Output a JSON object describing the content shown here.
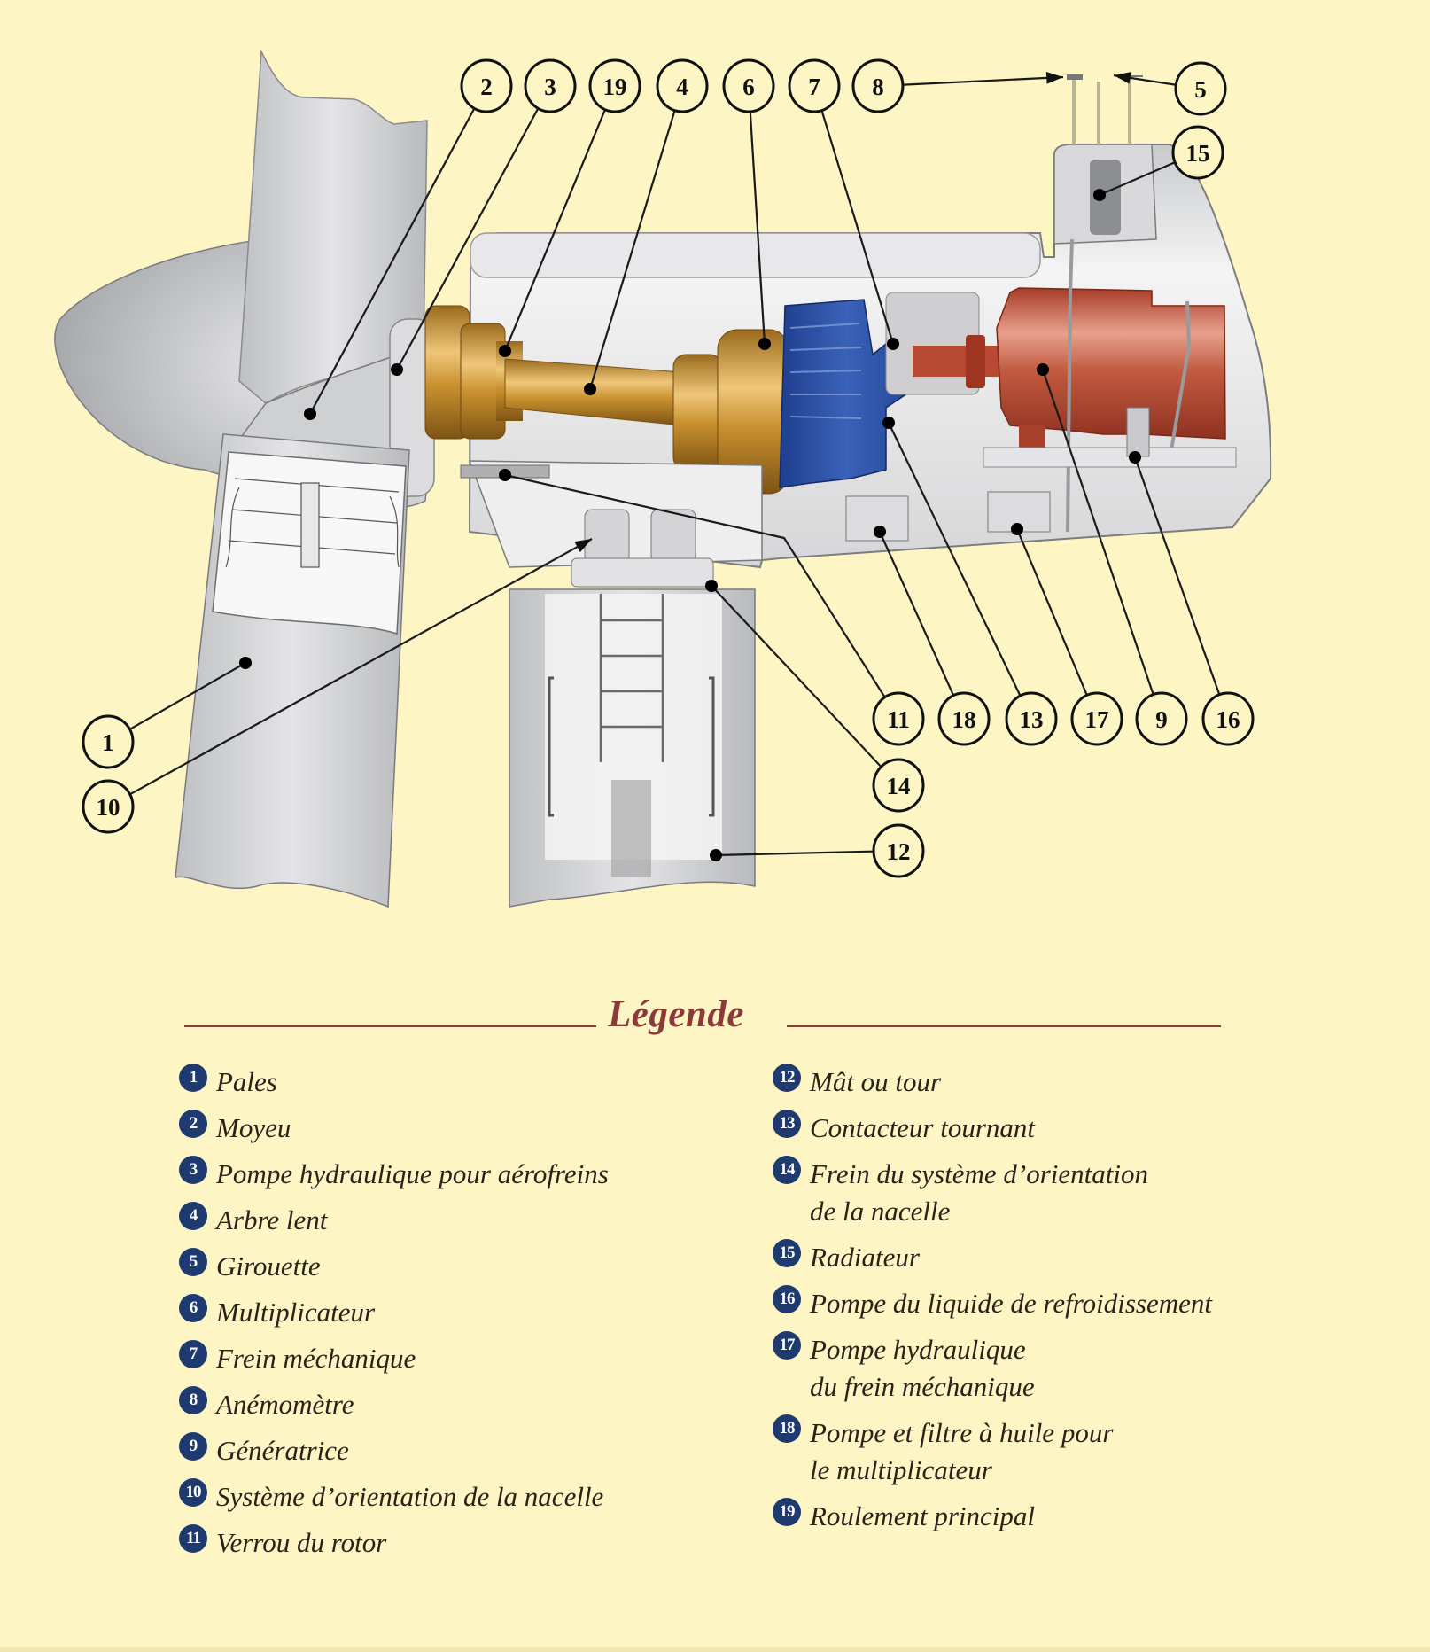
{
  "diagram": {
    "subject": "Wind turbine nacelle cutaway",
    "callouts": [
      {
        "num": "1",
        "label": "Pales"
      },
      {
        "num": "2",
        "label": "Moyeu"
      },
      {
        "num": "3",
        "label": "Pompe hydraulique pour aérofreins"
      },
      {
        "num": "4",
        "label": "Arbre lent"
      },
      {
        "num": "5",
        "label": "Girouette"
      },
      {
        "num": "6",
        "label": "Multiplicateur"
      },
      {
        "num": "7",
        "label": "Frein méchanique"
      },
      {
        "num": "8",
        "label": "Anémomètre"
      },
      {
        "num": "9",
        "label": "Génératrice"
      },
      {
        "num": "10",
        "label": "Système d'orientation de la nacelle"
      },
      {
        "num": "11",
        "label": "Verrou du rotor"
      },
      {
        "num": "12",
        "label": "Mât ou tour"
      },
      {
        "num": "13",
        "label": "Contacteur tournant"
      },
      {
        "num": "14",
        "label": "Frein du système d'orientation de la nacelle"
      },
      {
        "num": "15",
        "label": "Radiateur"
      },
      {
        "num": "16",
        "label": "Pompe du liquide de refroidissement"
      },
      {
        "num": "17",
        "label": "Pompe hydraulique du frein méchanique"
      },
      {
        "num": "18",
        "label": "Pompe et filtre à huile pour le multiplicateur"
      },
      {
        "num": "19",
        "label": "Roulement principal"
      }
    ],
    "colors": {
      "background": "#fdf5c4",
      "shaft_gold": "#c8902e",
      "gearbox_blue": "#2f55a8",
      "generator_red": "#b94a33",
      "housing_grey": "#d4d4d6",
      "callout_stroke": "#111111"
    }
  },
  "legend": {
    "title": "Légende",
    "left_column": [
      {
        "num": "1",
        "lines": [
          "Pales"
        ]
      },
      {
        "num": "2",
        "lines": [
          "Moyeu"
        ]
      },
      {
        "num": "3",
        "lines": [
          "Pompe hydraulique pour aérofreins"
        ]
      },
      {
        "num": "4",
        "lines": [
          "Arbre lent"
        ]
      },
      {
        "num": "5",
        "lines": [
          "Girouette"
        ]
      },
      {
        "num": "6",
        "lines": [
          "Multiplicateur"
        ]
      },
      {
        "num": "7",
        "lines": [
          "Frein méchanique"
        ]
      },
      {
        "num": "8",
        "lines": [
          "Anémomètre"
        ]
      },
      {
        "num": "9",
        "lines": [
          "Génératrice"
        ]
      },
      {
        "num": "10",
        "lines": [
          "Système d’orientation de la nacelle"
        ]
      },
      {
        "num": "11",
        "lines": [
          "Verrou du rotor"
        ]
      }
    ],
    "right_column": [
      {
        "num": "12",
        "lines": [
          "Mât ou tour"
        ]
      },
      {
        "num": "13",
        "lines": [
          "Contacteur tournant"
        ]
      },
      {
        "num": "14",
        "lines": [
          "Frein du système d’orientation",
          "de la nacelle"
        ]
      },
      {
        "num": "15",
        "lines": [
          "Radiateur"
        ]
      },
      {
        "num": "16",
        "lines": [
          "Pompe du liquide de refroidissement"
        ]
      },
      {
        "num": "17",
        "lines": [
          "Pompe hydraulique",
          "du frein méchanique"
        ]
      },
      {
        "num": "18",
        "lines": [
          "Pompe et filtre à huile pour",
          "le multiplicateur"
        ]
      },
      {
        "num": "19",
        "lines": [
          "Roulement principal"
        ]
      }
    ]
  }
}
